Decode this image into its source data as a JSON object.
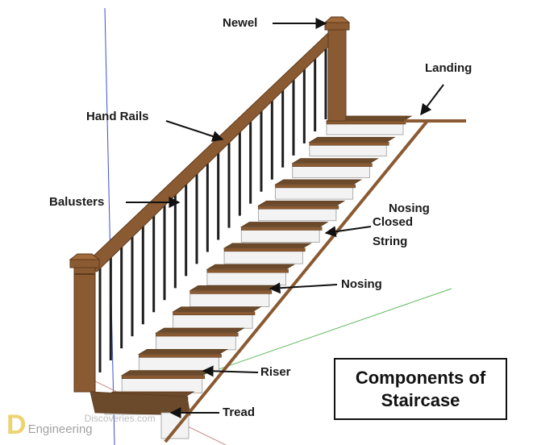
{
  "labels": {
    "newel": "Newel",
    "landing": "Landing",
    "hand_rails": "Hand Rails",
    "balusters": "Balusters",
    "nosing_top": "Nosing",
    "closed": "Closed",
    "string": "String",
    "nosing": "Nosing",
    "riser": "Riser",
    "tread": "Tread"
  },
  "title": {
    "line1": "Components of",
    "line2": "Staircase"
  },
  "watermark": {
    "top": "Discoveries.com",
    "bottom": "Engineering"
  },
  "colors": {
    "wood": "#8a5a32",
    "wood_dark": "#5e3a1c",
    "tread": "#6b4a2b",
    "riser": "#f3f3f3",
    "baluster": "#1e1e1e",
    "guide_blue": "#3c4fd0",
    "guide_green": "#5cb85c",
    "watermark_gold": "#e0b000"
  },
  "icons": [
    "arrow-icon"
  ]
}
